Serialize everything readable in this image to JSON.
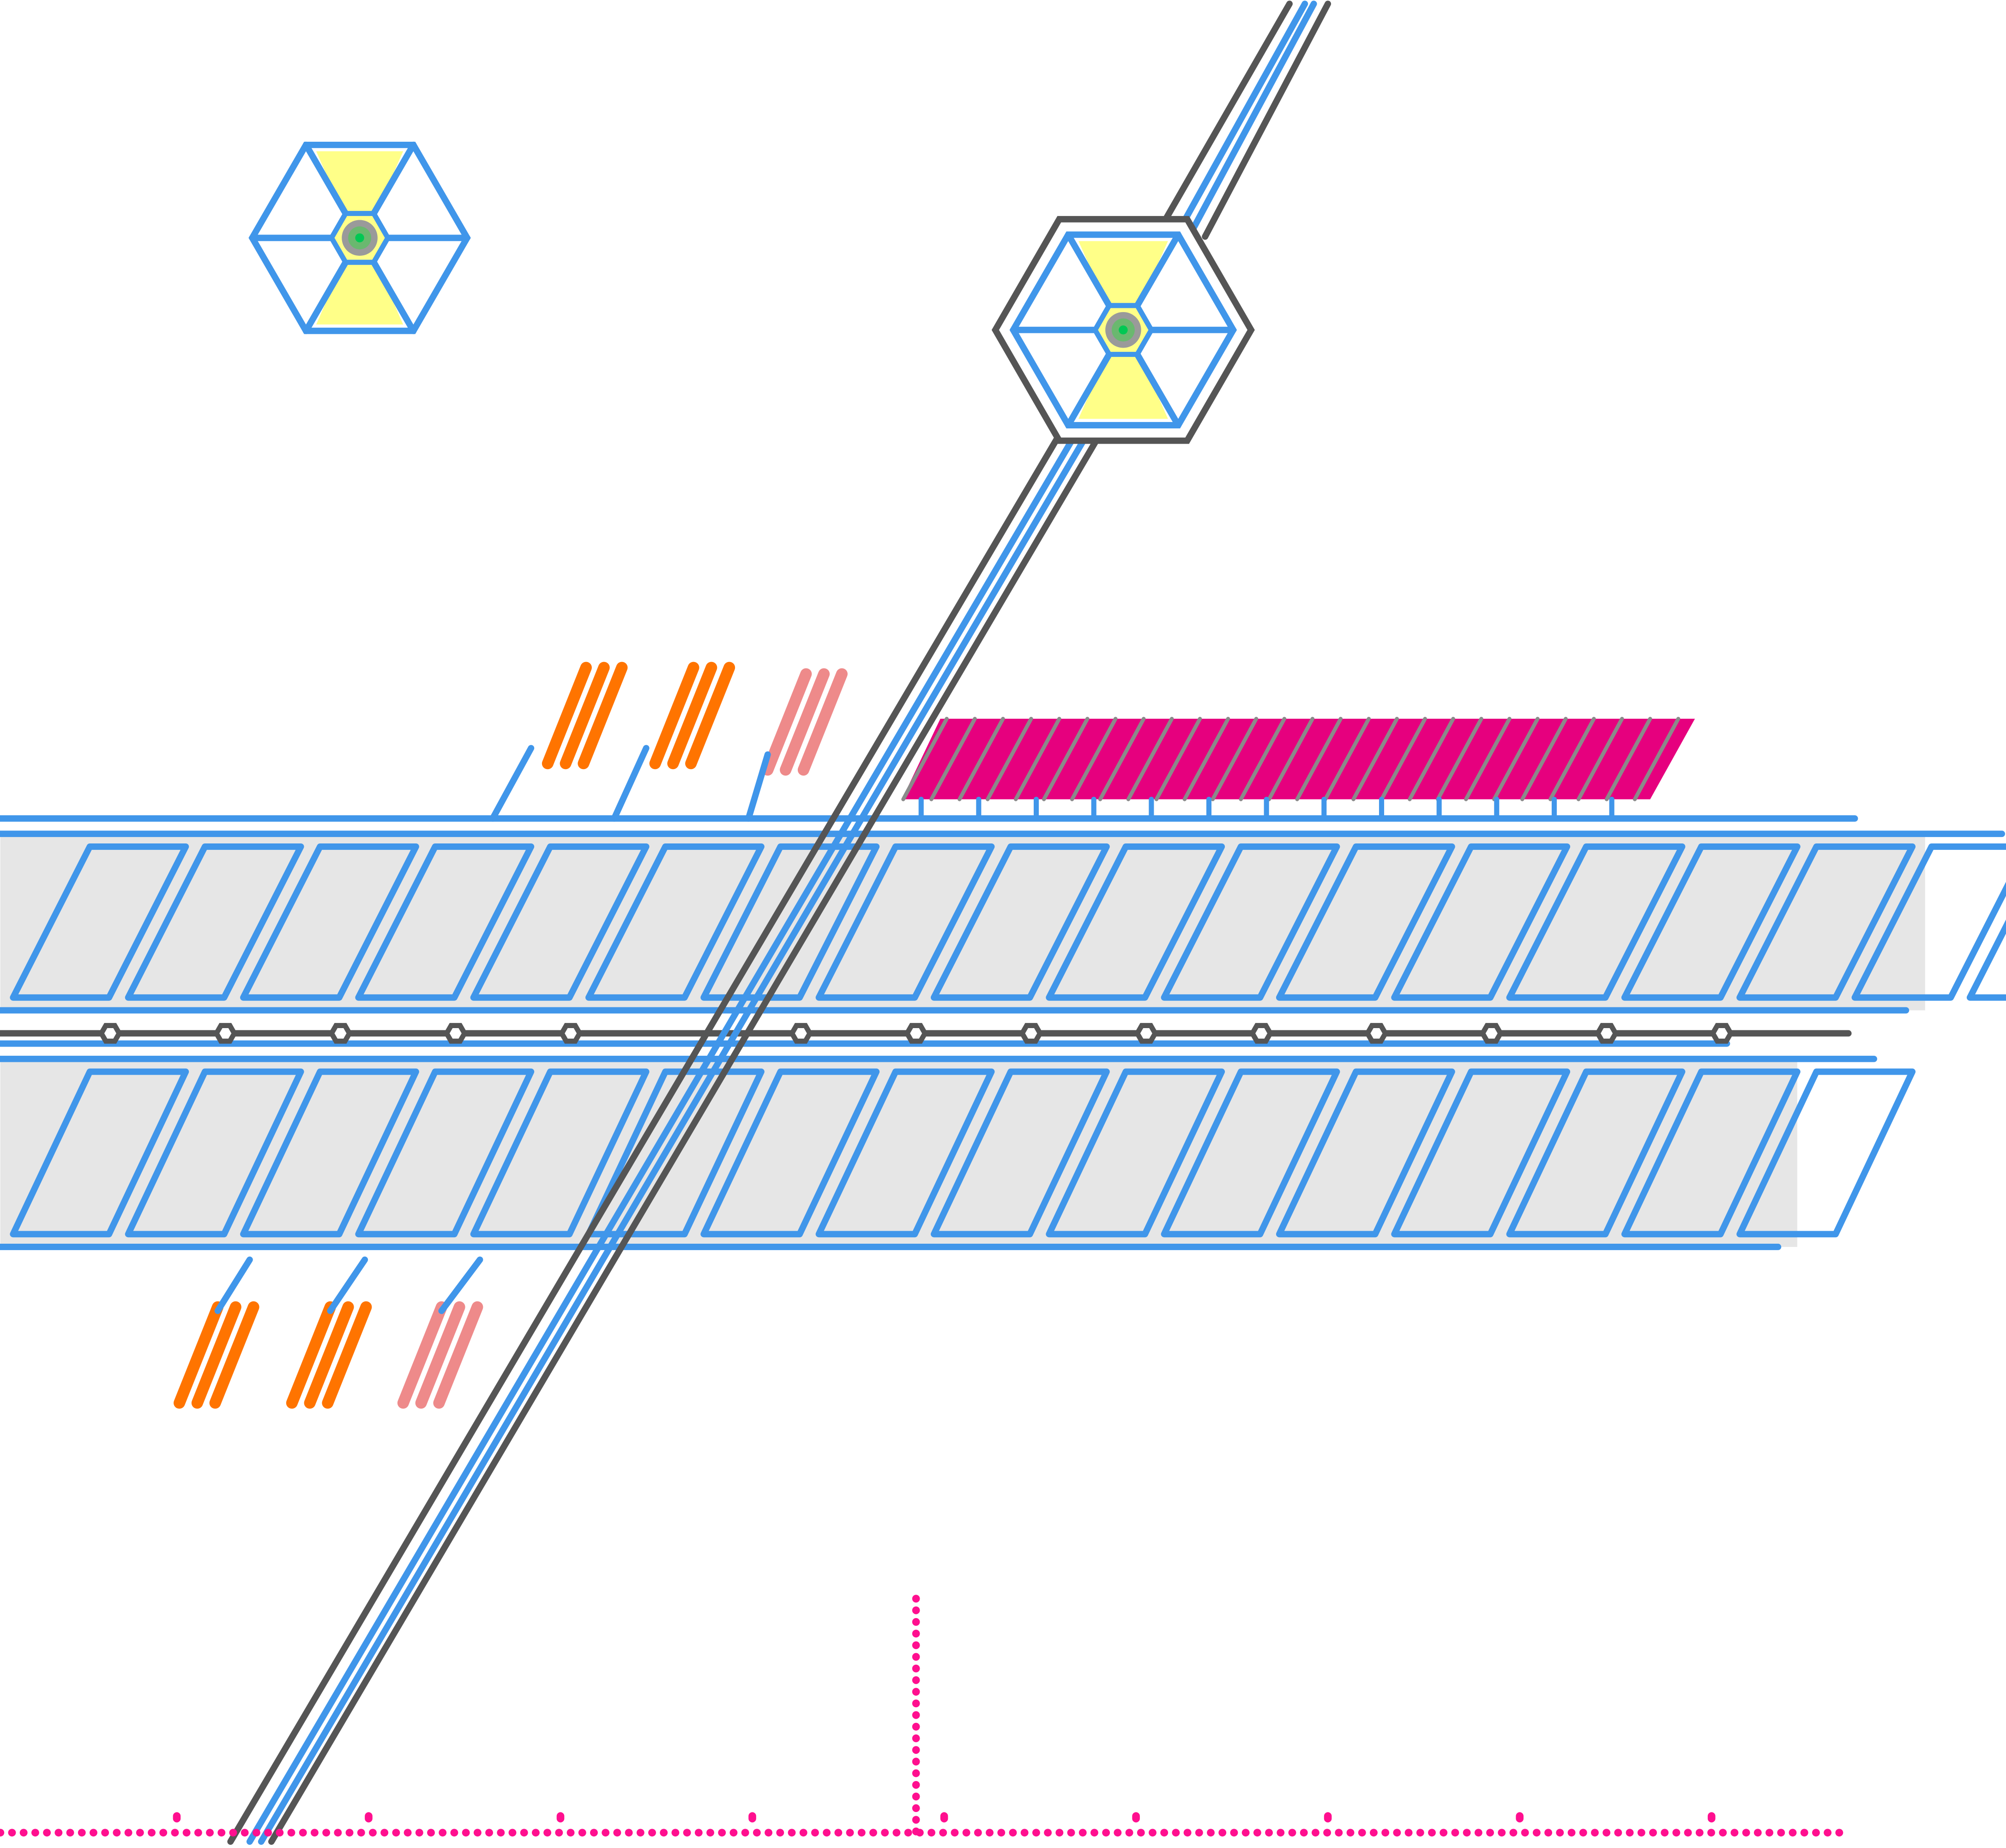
{
  "map": {
    "colors": {
      "background": "#ffffff",
      "belt": "#4096ea",
      "belt_dark": "#1a6fd0",
      "rail": "#555555",
      "floor": "#e6e6e6",
      "hub_fill": "#ffff88",
      "core_green": "#6ab86f",
      "core_center": "#00c853",
      "core_gray": "#9a9a9a",
      "orange_module": "#ff7400",
      "pink_module": "#ee8a8a",
      "magenta_block": "#e6007e",
      "marker_dots": "#ff0f8f"
    },
    "hubs": 2,
    "belt_rows": 2,
    "rail_nodes": 15,
    "orange_modules": 4,
    "pink_modules": 2
  }
}
